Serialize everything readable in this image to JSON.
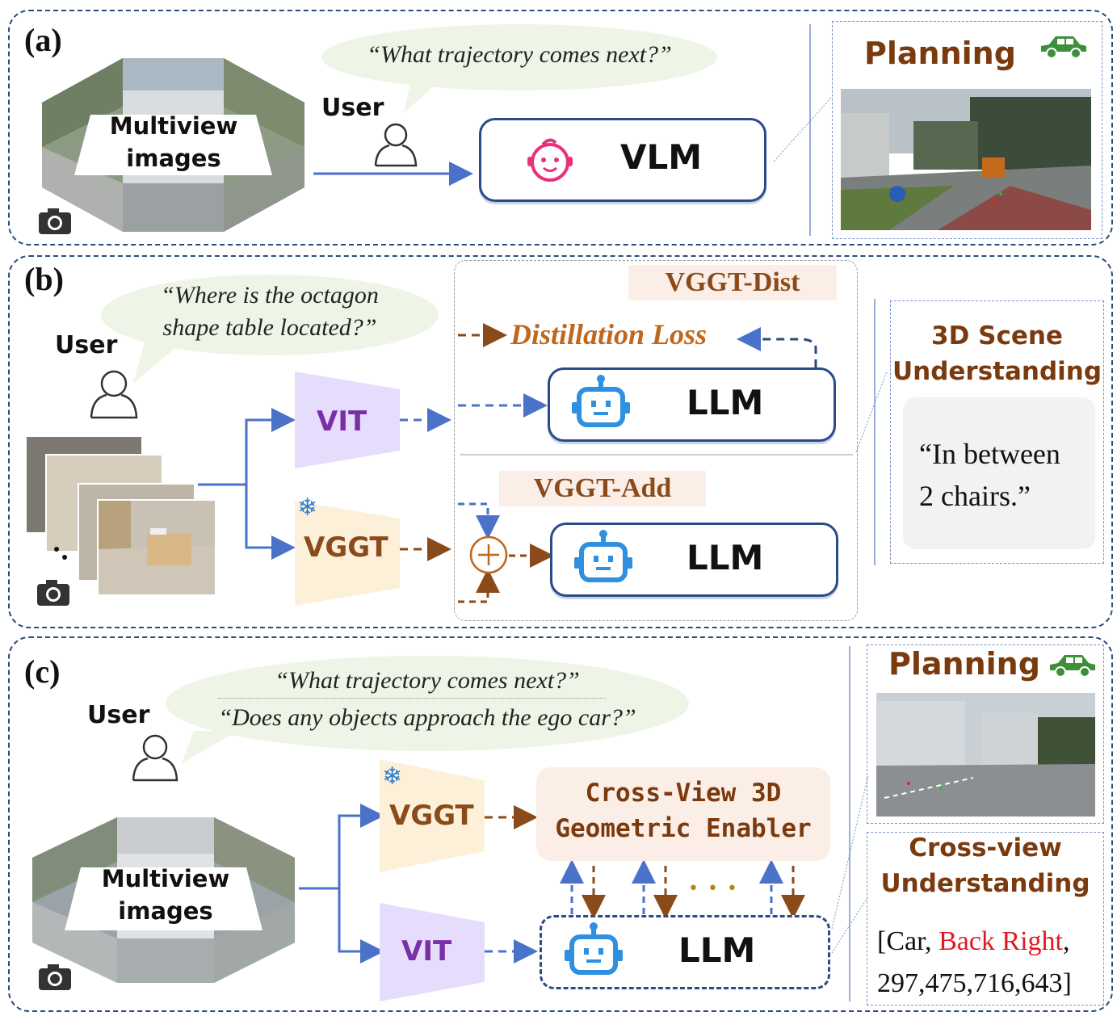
{
  "panel_a": {
    "label": "(a)",
    "query": "“What trajectory comes next?”",
    "user_label": "User",
    "multiview_label_1": "Multiview",
    "multiview_label_2": "images",
    "model_label": "VLM",
    "output_title": "Planning"
  },
  "panel_b": {
    "label": "(b)",
    "query_line1": "“Where is the octagon",
    "query_line2": "shape table located?”",
    "user_label": "User",
    "vit_label": "VIT",
    "vggt_label": "VGGT",
    "dist_tag": "VGGT-Dist",
    "distill_loss": "Distillation Loss",
    "llm_label_top": "LLM",
    "add_tag": "VGGT-Add",
    "llm_label_bottom": "LLM",
    "output_title_line1": "3D Scene",
    "output_title_line2": "Understanding",
    "answer_line1": "“In  between",
    "answer_line2": "2 chairs.”"
  },
  "panel_c": {
    "label": "(c)",
    "query_line1": "“What trajectory comes next?”",
    "query_line2": "“Does any objects approach the ego car?”",
    "user_label": "User",
    "multiview_label_1": "Multiview",
    "multiview_label_2": "images",
    "vggt_label": "VGGT",
    "vit_label": "VIT",
    "enabler_line1": "Cross-View 3D",
    "enabler_line2": "Geometric Enabler",
    "ellipsis": "• • •",
    "llm_label": "LLM",
    "planning_title": "Planning",
    "crossview_title_line1": "Cross-view",
    "crossview_title_line2": "Understanding",
    "answer_part1": "[Car, ",
    "answer_highlight": "Back Right",
    "answer_part2": ",",
    "answer_line2": "297,475,716,643]"
  },
  "colors": {
    "panel_border": "#2c4a7c",
    "blue_arrow": "#4a72c8",
    "brown_arrow": "#8a4a1a",
    "vit_fill": "#e6dcfb",
    "vggt_fill": "#fdf0d8",
    "highlight_red": "#e0191f",
    "car_green": "#3f8f3a",
    "robot_blue": "#2f8fe0",
    "baby_pink": "#e8317a"
  },
  "icons": [
    "camera-icon",
    "user-icon",
    "baby-face-icon",
    "robot-icon",
    "car-icon",
    "snowflake-icon",
    "plus-circle-icon"
  ]
}
